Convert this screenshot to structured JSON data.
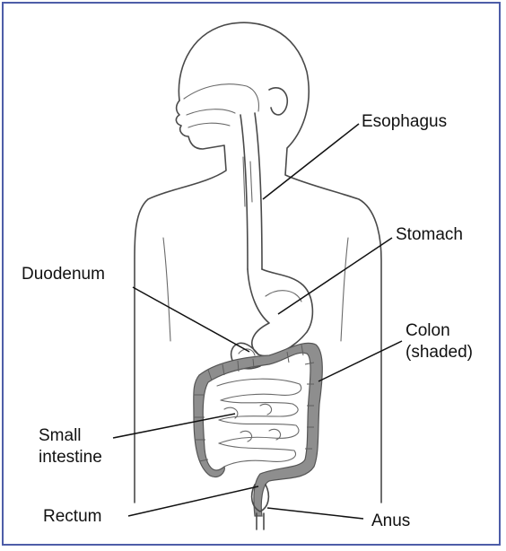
{
  "labels": {
    "esophagus": "Esophagus",
    "stomach": "Stomach",
    "duodenum": "Duodenum",
    "colon": "Colon\n(shaded)",
    "small_intestine": "Small\nintestine",
    "rectum": "Rectum",
    "anus": "Anus"
  },
  "colors": {
    "border": "#4d5da8",
    "colon_shade": "#8e8e8e",
    "outline": "#4a4a4a"
  }
}
